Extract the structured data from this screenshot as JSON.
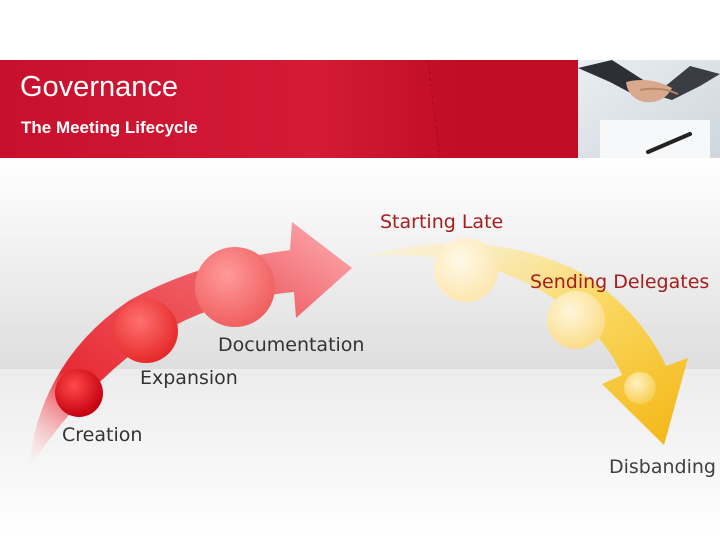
{
  "header": {
    "title": "Governance",
    "subtitle": "The Meeting Lifecycle"
  },
  "colors": {
    "header_red": "#c8102e",
    "left_arrow": "#e8202a",
    "right_arrow": "#f4c21a"
  },
  "header_image": "handshake-photo",
  "stages": [
    {
      "label": "Creation"
    },
    {
      "label": "Expansion"
    },
    {
      "label": "Documentation"
    },
    {
      "label": "Starting Late"
    },
    {
      "label": "Sending Delegates"
    },
    {
      "label": "Disbanding"
    }
  ]
}
